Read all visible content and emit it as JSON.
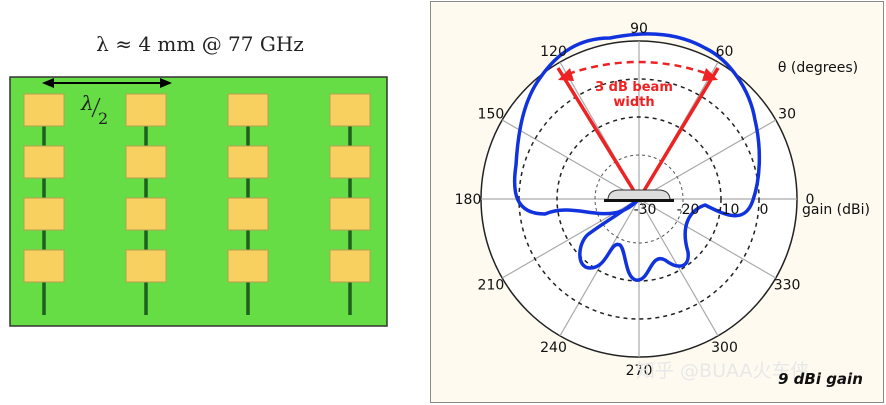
{
  "left": {
    "title": "λ ≈ 4 mm @ 77 GHz",
    "spacing_label_lambda": "λ",
    "spacing_label_den": "2",
    "colors": {
      "board": "#66dd44",
      "patch": "#f8d060",
      "patch_border": "#b8a050",
      "feed": "#1e5e1e"
    }
  },
  "polar": {
    "angle_labels": [
      "0",
      "30",
      "60",
      "90",
      "120",
      "150",
      "180",
      "210",
      "240",
      "270",
      "300",
      "330"
    ],
    "radial_labels": [
      "-30",
      "-20",
      "-10",
      "0"
    ],
    "theta_label": "θ (degrees)",
    "gain_axis_label": "gain (dBi)",
    "beam_label_line1": "3 dB beam",
    "beam_label_line2": "width",
    "gain_caption": "9 dBi gain",
    "colors": {
      "pattern": "#1133dd",
      "beam": "#ee2222",
      "background": "#fffaf0"
    }
  },
  "watermark": "知乎 @BUAA火车侠"
}
